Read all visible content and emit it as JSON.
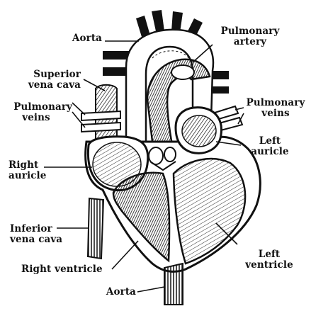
{
  "labels": {
    "aorta_top": "Aorta",
    "pulmonary_artery_1": "Pulmonary",
    "pulmonary_artery_2": "artery",
    "superior_vena_cava_1": "Superior",
    "superior_vena_cava_2": "vena cava",
    "pulmonary_veins_left_1": "Pulmonary",
    "pulmonary_veins_left_2": "veins",
    "pulmonary_veins_right_1": "Pulmonary",
    "pulmonary_veins_right_2": "veins",
    "left_auricle_1": "Left",
    "left_auricle_2": "auricle",
    "right_auricle_1": "Right",
    "right_auricle_2": "auricle",
    "inferior_vena_cava_1": "Inferior",
    "inferior_vena_cava_2": "vena cava",
    "left_ventricle_1": "Left",
    "left_ventricle_2": "ventricle",
    "right_ventricle": "Right ventricle",
    "aorta_bottom": "Aorta"
  },
  "colors": {
    "ink": "#111111",
    "paper": "#ffffff"
  }
}
